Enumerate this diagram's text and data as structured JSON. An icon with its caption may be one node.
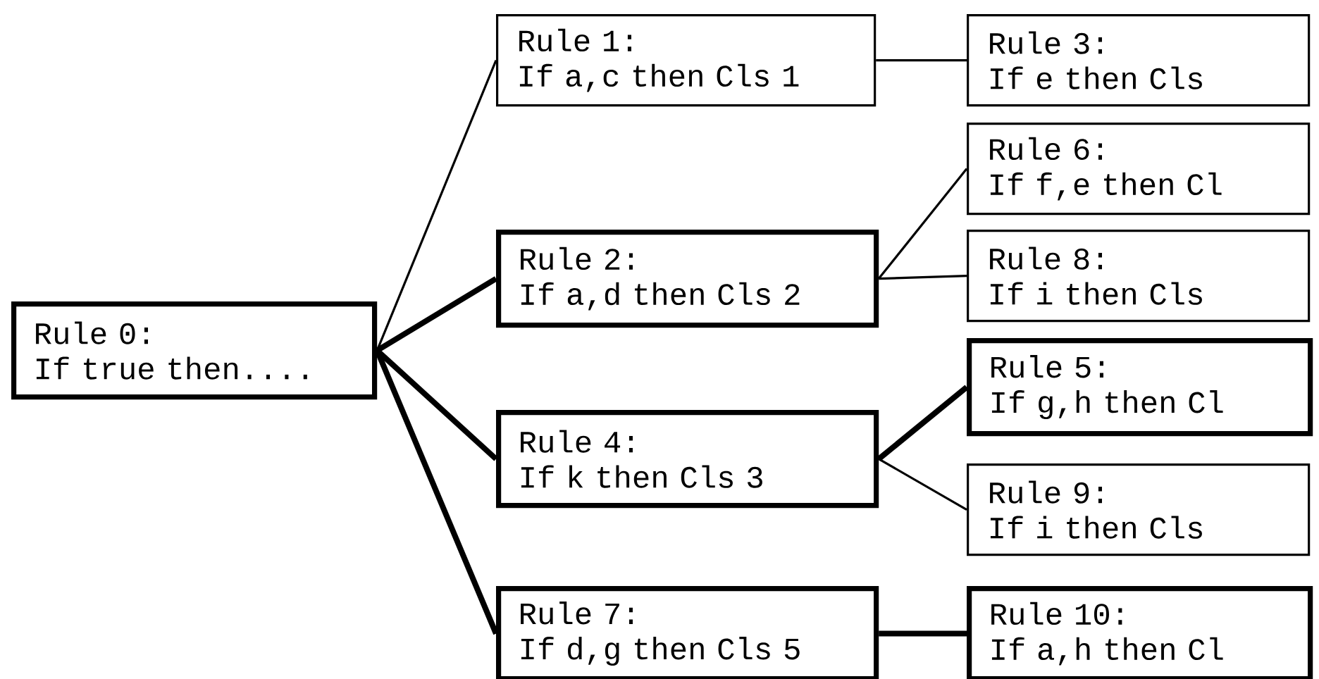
{
  "diagram": {
    "nodes": [
      {
        "text": [
          "Rule 0:",
          "If true then...."
        ]
      },
      {
        "text": [
          "Rule 1:",
          "If a,c then Cls 1"
        ]
      },
      {
        "text": [
          "Rule 2:",
          "If a,d then Cls 2"
        ]
      },
      {
        "text": [
          "Rule 4:",
          "If k then Cls 3"
        ]
      },
      {
        "text": [
          "Rule 7:",
          "If d,g then Cls 5"
        ]
      },
      {
        "text": [
          "Rule 3:",
          "If e then Cls"
        ]
      },
      {
        "text": [
          "Rule 6:",
          "If f,e then Cl"
        ]
      },
      {
        "text": [
          "Rule 8:",
          "If i then Cls"
        ]
      },
      {
        "text": [
          "Rule 5:",
          "If g,h then Cl"
        ]
      },
      {
        "text": [
          "Rule 9:",
          "If i then Cls"
        ]
      },
      {
        "text": [
          "Rule 10:",
          "If a,h then Cl"
        ]
      }
    ],
    "edges": [
      {
        "from": 0,
        "to": 1,
        "arrow": "none"
      },
      {
        "from": 0,
        "to": 2,
        "arrow": "none",
        "style": "thick"
      },
      {
        "from": 0,
        "to": 3,
        "arrow": "none",
        "style": "thick"
      },
      {
        "from": 0,
        "to": 4,
        "arrow": "none",
        "style": "thick"
      },
      {
        "from": 1,
        "to": 5,
        "arrow": "none"
      },
      {
        "from": 2,
        "to": 6,
        "arrow": "none"
      },
      {
        "from": 2,
        "to": 7,
        "arrow": "none"
      },
      {
        "from": 3,
        "to": 8,
        "arrow": "none",
        "style": "thick"
      },
      {
        "from": 3,
        "to": 9,
        "arrow": "none"
      },
      {
        "from": 4,
        "to": 10,
        "arrow": "none",
        "style": "thick"
      }
    ]
  }
}
